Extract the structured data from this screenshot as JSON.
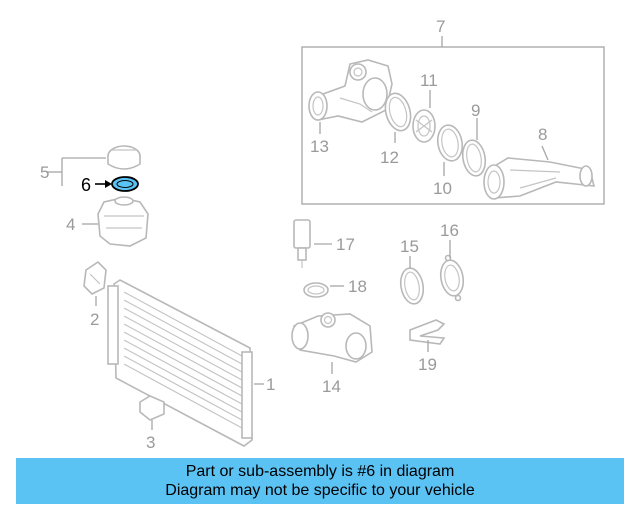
{
  "diagram": {
    "callouts": {
      "p1": "1",
      "p2": "2",
      "p3": "3",
      "p4": "4",
      "p5": "5",
      "p6": "6",
      "p7": "7",
      "p8": "8",
      "p9": "9",
      "p10": "10",
      "p11": "11",
      "p12": "12",
      "p13": "13",
      "p14": "14",
      "p15": "15",
      "p16": "16",
      "p17": "17",
      "p18": "18",
      "p19": "19"
    },
    "highlight_part": "6",
    "highlight_color": "#5bc2f4",
    "line_color": "#b8b8b8"
  },
  "banner": {
    "line1": "Part or sub-assembly is #6 in diagram",
    "line2": "Diagram may not be specific to your vehicle",
    "background": "#5bc2f4"
  }
}
